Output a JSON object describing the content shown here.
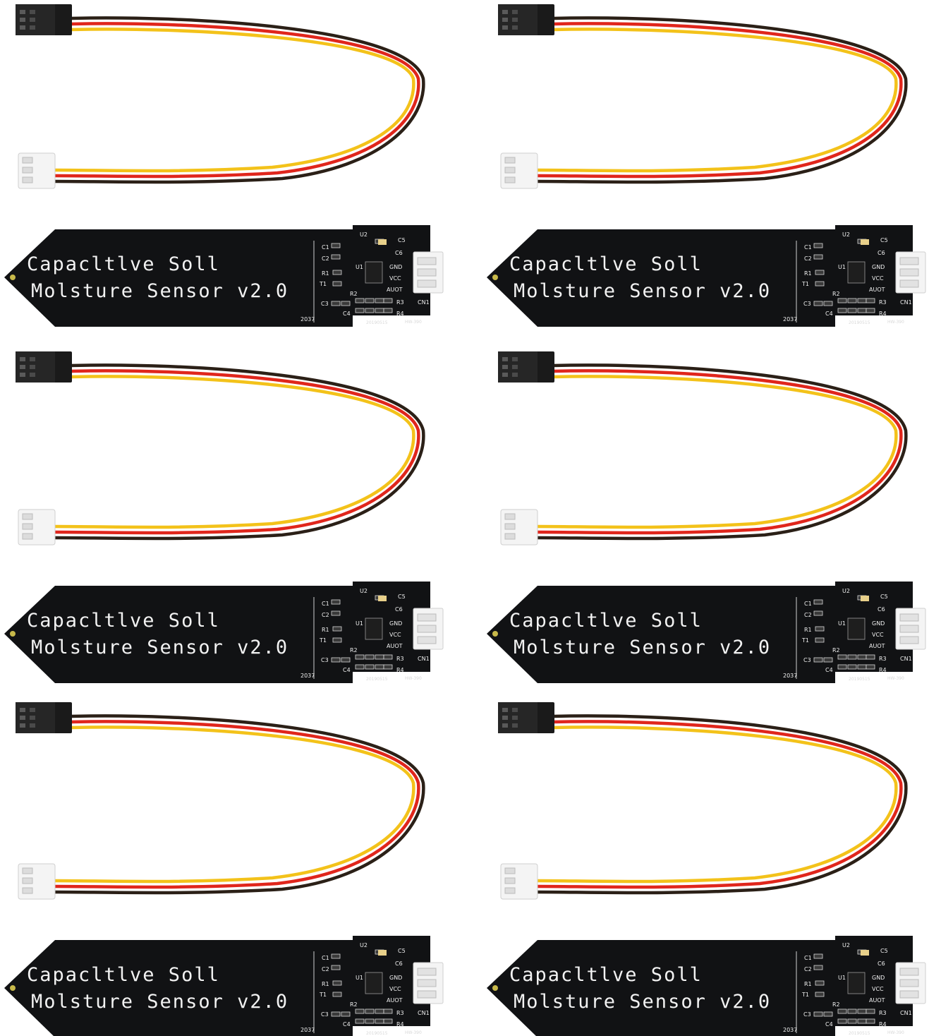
{
  "title_line1": "Capacltlve  Soll",
  "title_line2": "Molsture Sensor v2.0",
  "part_code": "2037",
  "date_code": "20190515",
  "model": "HW-390",
  "silk_labels": {
    "u2": "U2",
    "u1": "U1",
    "c1": "C1",
    "c2": "C2",
    "c3": "C3",
    "c4": "C4",
    "c5": "C5",
    "c6": "C6",
    "r1": "R1",
    "r2": "R2",
    "r3": "R3",
    "r4": "R4",
    "t1": "T1",
    "gnd": "GND",
    "vcc": "VCC",
    "aout": "AUOT",
    "cn1": "CN1"
  },
  "colors": {
    "pcb": "#111214",
    "wire_black": "#2b2017",
    "wire_red": "#e0261c",
    "wire_yellow": "#f3c21a",
    "dupont_housing": "#1a1a1a",
    "jst_housing": "#f4f4f4"
  },
  "items": [
    {
      "id": 1,
      "position": "top-left"
    },
    {
      "id": 2,
      "position": "top-right"
    },
    {
      "id": 3,
      "position": "middle-left"
    },
    {
      "id": 4,
      "position": "middle-right"
    },
    {
      "id": 5,
      "position": "bottom-left"
    },
    {
      "id": 6,
      "position": "bottom-right"
    }
  ]
}
